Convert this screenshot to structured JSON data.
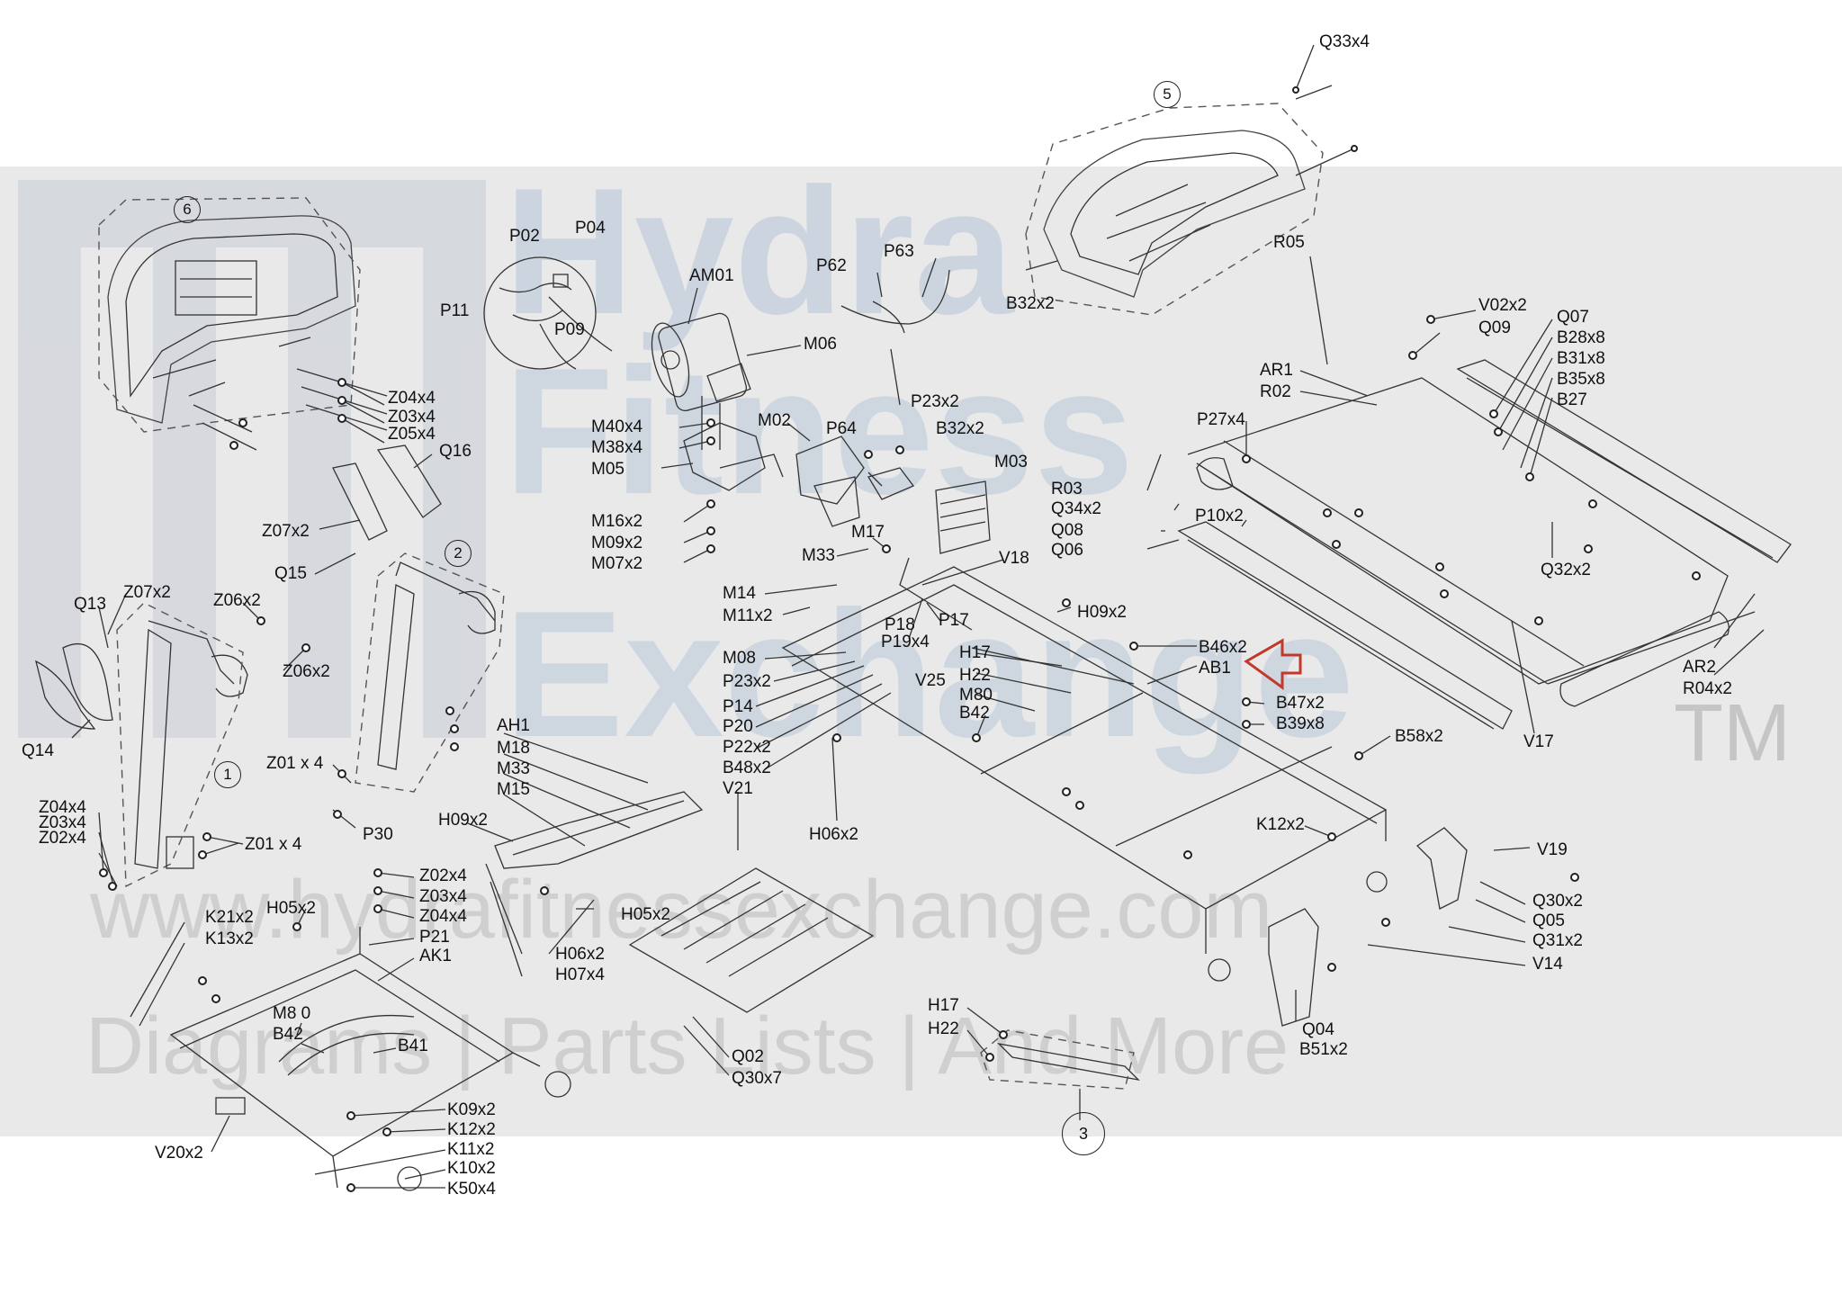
{
  "watermark": {
    "line1": "Hydra",
    "line2": "Fitness",
    "line3": "Exchange",
    "tm": "TM",
    "url": "www.hydrafitnessexchange.com",
    "tagline": "Diagrams | Parts Lists | And More",
    "color": "#b9c9d9"
  },
  "assemblies": [
    "1",
    "2",
    "3",
    "5",
    "6"
  ],
  "labels": {
    "Q33x4": "Q33x4",
    "R05": "R05",
    "B32x2_top": "B32x2",
    "V02x2": "V02x2",
    "Q09": "Q09",
    "Q07": "Q07",
    "B28x8": "B28x8",
    "B31x8": "B31x8",
    "B35x8": "B35x8",
    "B27": "B27",
    "AR1": "AR1",
    "R02": "R02",
    "P27x4": "P27x4",
    "R03": "R03",
    "Q34x2": "Q34x2",
    "Q08": "Q08",
    "Q06": "Q06",
    "P10x2": "P10x2",
    "Q32x2": "Q32x2",
    "AR2": "AR2",
    "R04x2": "R04x2",
    "V17": "V17",
    "B46x2": "B46x2",
    "AB1": "AB1",
    "B47x2": "B47x2",
    "B39x8": "B39x8",
    "B58x2": "B58x2",
    "K12x2_r": "K12x2",
    "V19": "V19",
    "Q30x2": "Q30x2",
    "Q05": "Q05",
    "Q31x2": "Q31x2",
    "V14": "V14",
    "Q04": "Q04",
    "B51x2": "B51x2",
    "H17_b": "H17",
    "H22_b": "H22",
    "Q02": "Q02",
    "Q30x7": "Q30x7",
    "P02": "P02",
    "P04": "P04",
    "P11": "P11",
    "P09": "P09",
    "AM01": "AM01",
    "P62": "P62",
    "P63": "P63",
    "M06": "M06",
    "M40x4": "M40x4",
    "M38x4": "M38x4",
    "M05": "M05",
    "M02": "M02",
    "P64": "P64",
    "P23x2_t": "P23x2",
    "B32x2_m": "B32x2",
    "M03": "M03",
    "M16x2": "M16x2",
    "M09x2": "M09x2",
    "M07x2": "M07x2",
    "M17": "M17",
    "M33_t": "M33",
    "V18": "V18",
    "M14": "M14",
    "M11x2": "M11x2",
    "P18": "P18",
    "P17": "P17",
    "P19x4": "P19x4",
    "H09x2_r": "H09x2",
    "M08": "M08",
    "P23x2_m": "P23x2",
    "H17_m": "H17",
    "H22_m": "H22",
    "V25": "V25",
    "P14": "P14",
    "P20": "P20",
    "M80_m": "M80",
    "B42_m": "B42",
    "P22x2": "P22x2",
    "B48x2": "B48x2",
    "V21": "V21",
    "H06x2_m": "H06x2",
    "Z04x4_t": "Z04x4",
    "Z03x4_t": "Z03x4",
    "Z05x4": "Z05x4",
    "Q16": "Q16",
    "Z07x2_a": "Z07x2",
    "Q15": "Q15",
    "Q13": "Q13",
    "Z07x2_b": "Z07x2",
    "Z06x2_a": "Z06x2",
    "Z06x2_b": "Z06x2",
    "Q14": "Q14",
    "Z01x4_a": "Z01 x 4",
    "Z01x4_b": "Z01 x 4",
    "Z04x4_b": "Z04x4",
    "Z03x4_b": "Z03x4",
    "Z02x4_b": "Z02x4",
    "P30": "P30",
    "AH1": "AH1",
    "M18": "M18",
    "M33_b": "M33",
    "M15": "M15",
    "H09x2_l": "H09x2",
    "Z02x4_m": "Z02x4",
    "Z03x4_m": "Z03x4",
    "Z04x4_m": "Z04x4",
    "P21": "P21",
    "AK1": "AK1",
    "H05x2_a": "H05x2",
    "H05x2_b": "H05x2",
    "K21x2": "K21x2",
    "K13x2": "K13x2",
    "H06x2_b": "H06x2",
    "H07x4": "H07x4",
    "M80_b": "M8 0",
    "B42_b": "B42",
    "B41": "B41",
    "K09x2": "K09x2",
    "K12x2_b": "K12x2",
    "K11x2": "K11x2",
    "K10x2": "K10x2",
    "K50x4": "K50x4",
    "V20x2": "V20x2"
  }
}
